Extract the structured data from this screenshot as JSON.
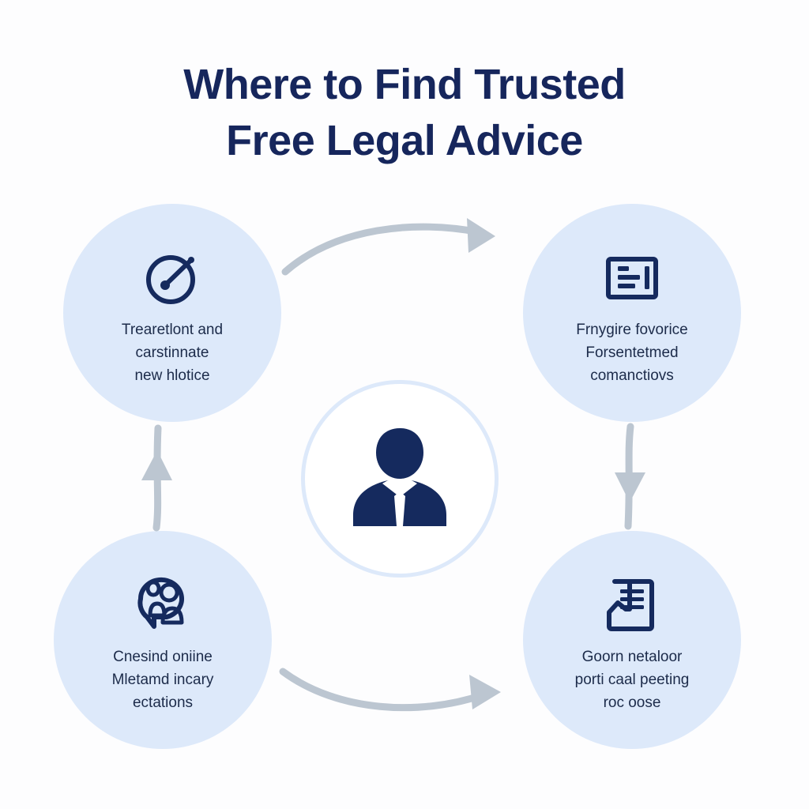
{
  "title": {
    "line1": "Where to Find Trusted",
    "line2": "Free Legal Advice"
  },
  "colors": {
    "background": "#fdfdfe",
    "title_navy": "#16265c",
    "circle_fill": "#dde9fa",
    "icon_navy": "#152a5e",
    "label_text": "#1c2b4a",
    "arrow_gray": "#b9c3cd",
    "center_ring": "#dde9fa"
  },
  "center": {
    "icon": "person-in-suit-icon",
    "label": ""
  },
  "nodes": [
    {
      "position": "top-left",
      "icon": "compass-gauge-icon",
      "label_line1": "Trearetlont and",
      "label_line2": "carstinnate",
      "label_line3": "new hlotice"
    },
    {
      "position": "top-right",
      "icon": "document-card-icon",
      "label_line1": "Frnygire fovorice",
      "label_line2": "Forsentetmed",
      "label_line3": "comanctiovs"
    },
    {
      "position": "bottom-left",
      "icon": "speech-bubble-people-icon",
      "label_line1": "Cnesind oniine",
      "label_line2": "Mletamd incary",
      "label_line3": "ectations"
    },
    {
      "position": "bottom-right",
      "icon": "document-folded-corner-icon",
      "label_line1": "Goorn netaloor",
      "label_line2": "porti caal peeting",
      "label_line3": "roc oose"
    }
  ],
  "arrows": [
    {
      "name": "arrow-top",
      "direction": "right-curved"
    },
    {
      "name": "arrow-right",
      "direction": "down"
    },
    {
      "name": "arrow-bottom",
      "direction": "right-curved"
    },
    {
      "name": "arrow-left",
      "direction": "up"
    }
  ]
}
